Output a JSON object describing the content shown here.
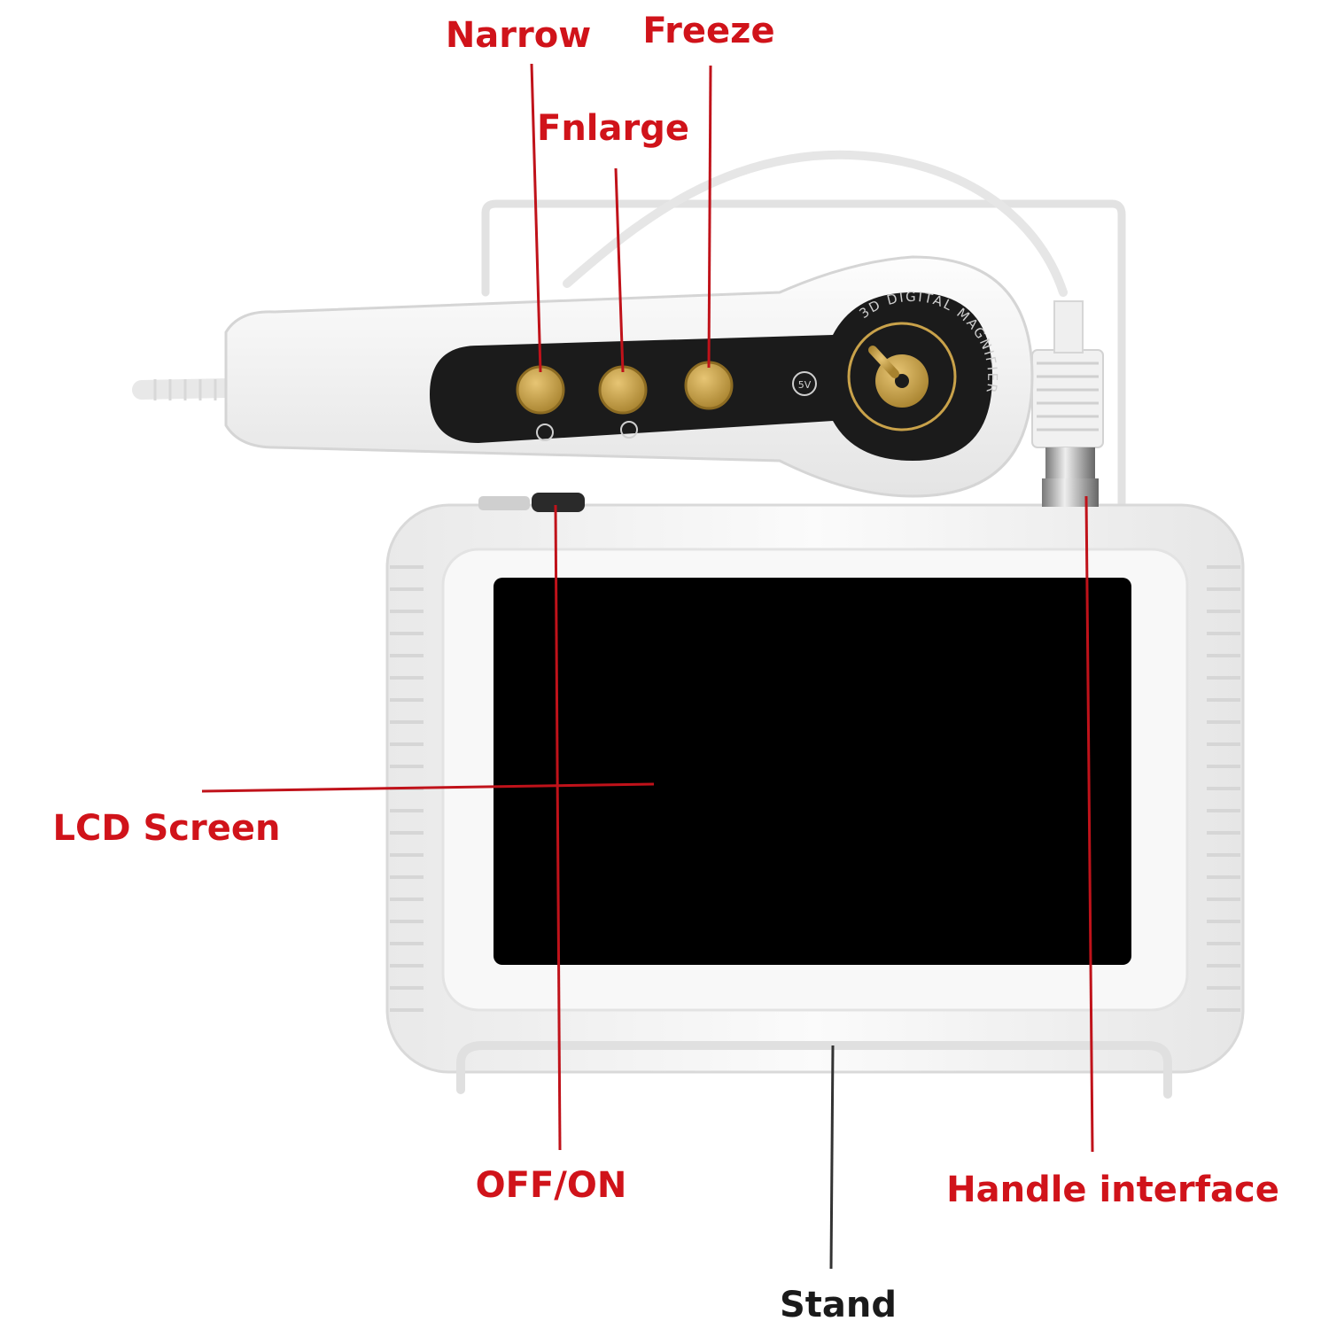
{
  "colors": {
    "label_red": "#d0131a",
    "label_dark": "#1a1a1a",
    "leader_line": "#c0121a",
    "device_body": "#f4f4f4",
    "screen": "#000000",
    "button_gold": "#c9a24a",
    "panel_black": "#1b1b1b"
  },
  "device": {
    "handle_print": "3D DIGITAL MAGNIFIER",
    "voltage_mark": "5V"
  },
  "labels": {
    "narrow": "Narrow",
    "freeze": "Freeze",
    "enlarge": "Fnlarge",
    "lcd_screen": "LCD Screen",
    "off_on": "OFF/ON",
    "handle_interface": "Handle interface",
    "stand": "Stand"
  }
}
